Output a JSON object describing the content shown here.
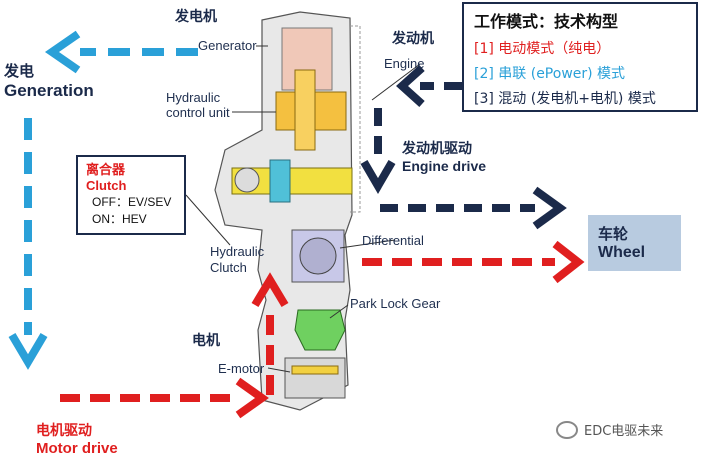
{
  "mode_box": {
    "title": "工作模式：技术构型",
    "modes": [
      {
        "label": "[1] 电动模式（纯电）",
        "color": "#e01f1f"
      },
      {
        "label": "[2] 串联 (ePower) 模式",
        "color": "#2aa0d8"
      },
      {
        "label": "[3] 混动 (发电机+电机) 模式",
        "color": "#1b2a4a"
      }
    ]
  },
  "generation": {
    "cn": "发电",
    "en": "Generation"
  },
  "generator_cn": "发电机",
  "engine_cn": "发动机",
  "engine_drive": {
    "cn": "发动机驱动",
    "en": "Engine drive"
  },
  "clutch_box": {
    "cn": "离合器",
    "en": "Clutch",
    "off": "OFF：EV/SEV",
    "on": "ON：HEV"
  },
  "wheel": {
    "cn": "车轮",
    "en": "Wheel"
  },
  "motor_cn": "电机",
  "motor_drive": {
    "cn": "电机驱动",
    "en": "Motor drive"
  },
  "component_labels": {
    "generator": "Generator",
    "hydraulic_control": "Hydraulic\ncontrol unit",
    "engine": "Engine",
    "differential": "Differential",
    "hydraulic_clutch": "Hydraulic\nClutch",
    "park_lock": "Park Lock Gear",
    "emotor": "E-motor"
  },
  "watermark": "EDC电驱未来",
  "colors": {
    "blue": "#2aa0d8",
    "navy": "#1b2a4a",
    "red": "#e01f1f",
    "wheel_bg": "#b8cbe0"
  }
}
